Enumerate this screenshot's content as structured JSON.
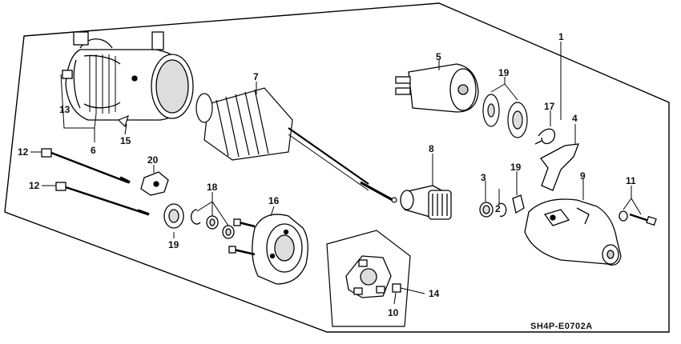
{
  "diagram": {
    "drawing_code": "SH4P-E0702A",
    "callouts": [
      {
        "id": "c1",
        "label": "1"
      },
      {
        "id": "c2",
        "label": "2"
      },
      {
        "id": "c3",
        "label": "3"
      },
      {
        "id": "c4",
        "label": "4"
      },
      {
        "id": "c5",
        "label": "5"
      },
      {
        "id": "c6",
        "label": "6"
      },
      {
        "id": "c7",
        "label": "7"
      },
      {
        "id": "c8",
        "label": "8"
      },
      {
        "id": "c9",
        "label": "9"
      },
      {
        "id": "c10",
        "label": "10"
      },
      {
        "id": "c11",
        "label": "11"
      },
      {
        "id": "c12a",
        "label": "12"
      },
      {
        "id": "c12b",
        "label": "12"
      },
      {
        "id": "c13",
        "label": "13"
      },
      {
        "id": "c14",
        "label": "14"
      },
      {
        "id": "c15",
        "label": "15"
      },
      {
        "id": "c16",
        "label": "16"
      },
      {
        "id": "c17",
        "label": "17"
      },
      {
        "id": "c18",
        "label": "18"
      },
      {
        "id": "c19a",
        "label": "19"
      },
      {
        "id": "c19b",
        "label": "19"
      },
      {
        "id": "c19c",
        "label": "19"
      },
      {
        "id": "c20",
        "label": "20"
      }
    ]
  }
}
